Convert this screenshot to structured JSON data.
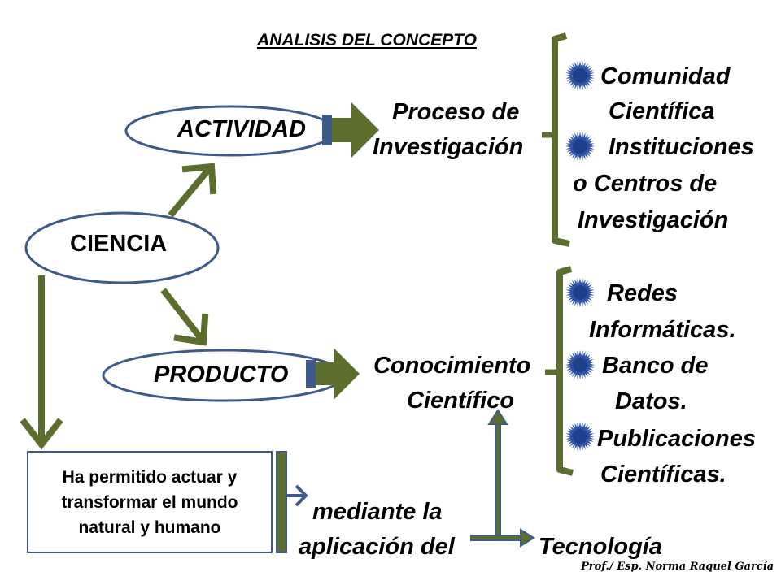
{
  "title": "ANALISIS DEL CONCEPTO",
  "nodes": {
    "ciencia": "CIENCIA",
    "actividad": "ACTIVIDAD",
    "producto": "PRODUCTO"
  },
  "proceso": {
    "line1": "Proceso   de",
    "line2": "Investigación"
  },
  "conocimiento": {
    "line1": "Conocimiento",
    "line2": "Científico"
  },
  "box_text": "Ha permitido actuar y transformar el mundo natural  y humano",
  "mediante": {
    "line1": "mediante  la",
    "line2": "aplicación del"
  },
  "tecnologia": "Tecnología",
  "top_list": {
    "item1_line1": "Comunidad",
    "item1_line2": "Científica",
    "item2_line1": "Instituciones",
    "item2_line2": "o    Centros   de",
    "item2_line3": "Investigación"
  },
  "bottom_list": {
    "item1_line1": "Redes",
    "item1_line2": "Informáticas.",
    "item2_line1": "Banco de",
    "item2_line2": "Datos.",
    "item3_line1": "Publicaciones",
    "item3_line2": "Científicas."
  },
  "signature": "Prof./ Esp. Norma Raquel García",
  "colors": {
    "oval_border": "#3d5a8a",
    "arrow_green": "#5b6e2e",
    "arrow_blue_tail": "#3d5a8a",
    "bullet_blue": "#2f54a6"
  }
}
